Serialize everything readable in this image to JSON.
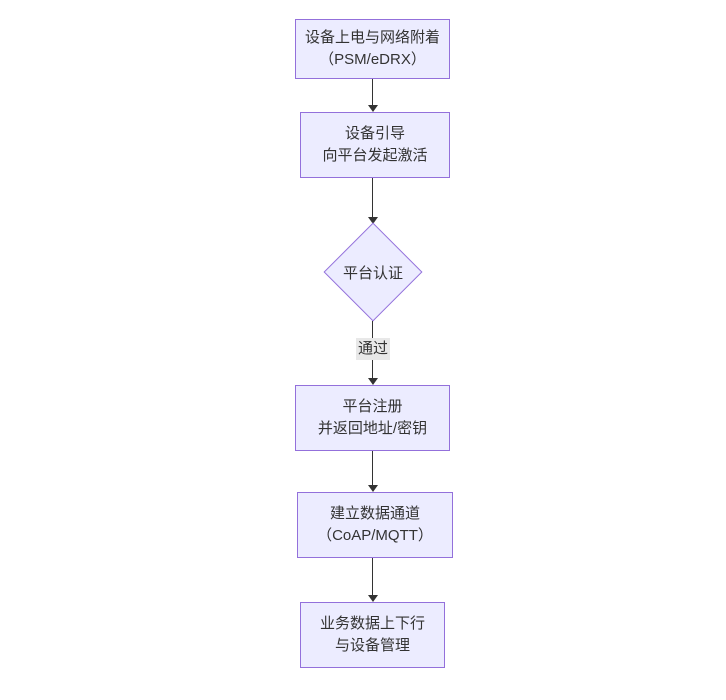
{
  "flowchart": {
    "type": "flowchart",
    "direction": "top-down",
    "nodes": [
      {
        "id": "power-attach",
        "shape": "rectangle",
        "lines": [
          "设备上电与网络附着",
          "（PSM/eDRX）"
        ]
      },
      {
        "id": "device-boot",
        "shape": "rectangle",
        "lines": [
          "设备引导",
          "向平台发起激活"
        ]
      },
      {
        "id": "platform-auth",
        "shape": "diamond",
        "lines": [
          "平台认证"
        ]
      },
      {
        "id": "platform-register",
        "shape": "rectangle",
        "lines": [
          "平台注册",
          "并返回地址/密钥"
        ]
      },
      {
        "id": "data-channel",
        "shape": "rectangle",
        "lines": [
          "建立数据通道",
          "（CoAP/MQTT）"
        ]
      },
      {
        "id": "business-data",
        "shape": "rectangle",
        "lines": [
          "业务数据上下行",
          "与设备管理"
        ]
      }
    ],
    "edges": [
      {
        "from": "power-attach",
        "to": "device-boot"
      },
      {
        "from": "device-boot",
        "to": "platform-auth"
      },
      {
        "from": "platform-auth",
        "to": "platform-register",
        "label": "通过"
      },
      {
        "from": "platform-register",
        "to": "data-channel"
      },
      {
        "from": "data-channel",
        "to": "business-data"
      }
    ],
    "colors": {
      "canvas_bg": "#ffffff",
      "node_fill": "#ECECFF",
      "node_border": "#9370DB",
      "edge_line": "#333333",
      "text": "#333333",
      "edge_label_bg": "#e8e8e8"
    }
  }
}
